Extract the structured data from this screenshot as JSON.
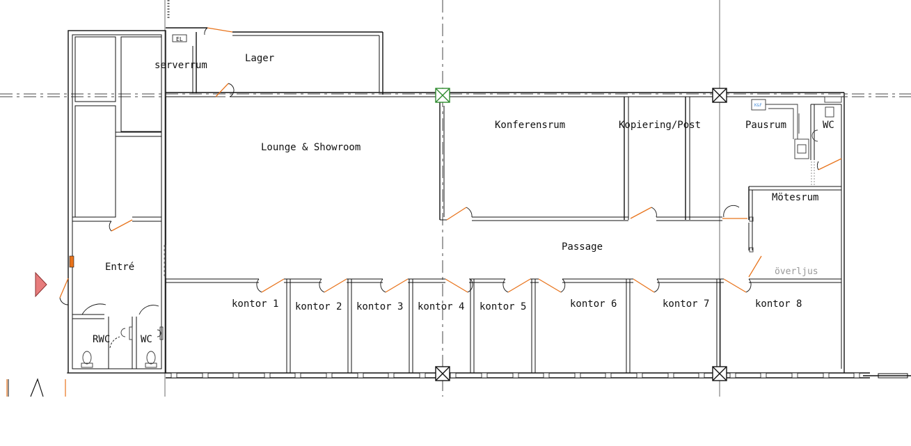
{
  "colors": {
    "walls": "#111111",
    "doors": "#e8731b",
    "entrance_marker": "#e77c7c",
    "grid_marker_green": "#2e8b2e",
    "skylight_text": "#999999",
    "kaf_text": "#4a8fd8"
  },
  "rooms": {
    "serverrum": "serverrum",
    "el": "EL",
    "lager": "Lager",
    "lounge": "Lounge & Showroom",
    "konferensrum": "Konferensrum",
    "kopiering": "Kopiering/Post",
    "pausrum": "Pausrum",
    "kaf": "K&F",
    "wc_pausrum": "WC",
    "motesrum": "Mötesrum",
    "overljus": "överljus",
    "passage": "Passage",
    "entre": "Entré",
    "rwc": "RWC",
    "wc_entre": "WC",
    "offices": [
      "kontor 1",
      "kontor 2",
      "kontor 3",
      "kontor 4",
      "kontor 5",
      "kontor 6",
      "kontor 7",
      "kontor 8"
    ]
  },
  "icons": {
    "entrance": "entrance-triangle-icon",
    "grid_marker": "grid-cross-marker-icon"
  }
}
